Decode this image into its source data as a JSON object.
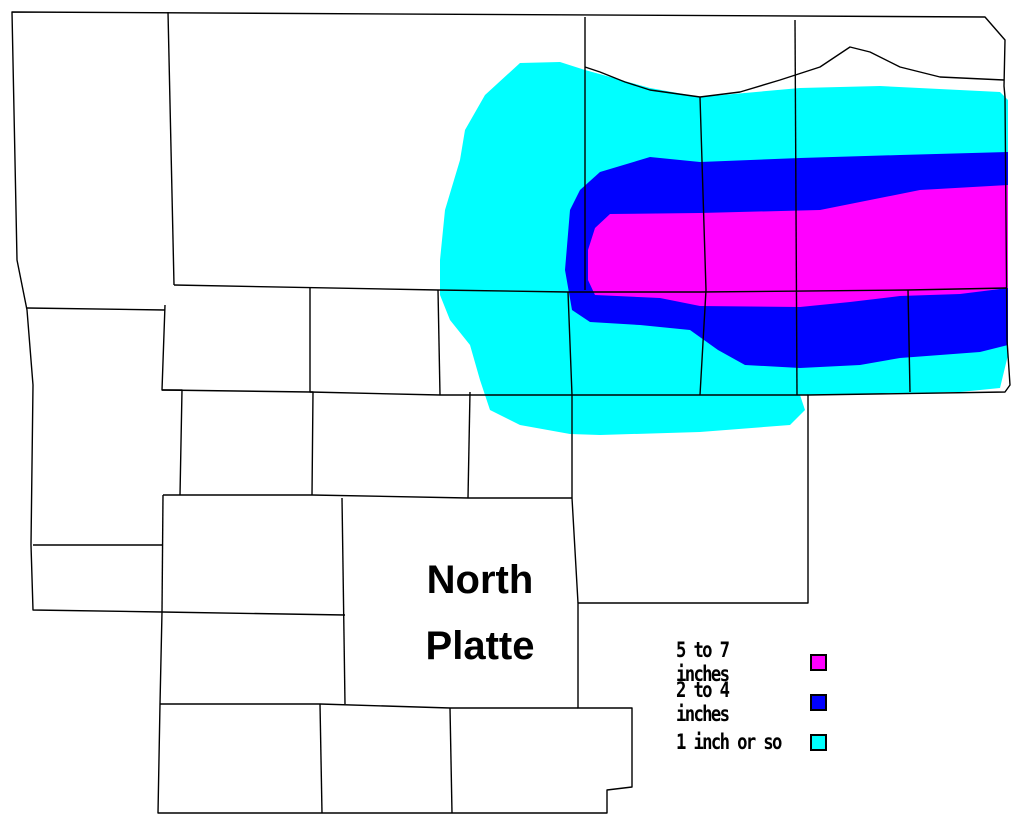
{
  "map": {
    "city_label": "North Platte",
    "city_label_lines": [
      "North",
      "Platte"
    ]
  },
  "legend": {
    "items": [
      {
        "label": "5 to 7 inches",
        "color": "#ff00ff"
      },
      {
        "label": "2 to 4 inches",
        "color": "#0000ff"
      },
      {
        "label": "1 inch or so",
        "color": "#00ffff"
      }
    ]
  },
  "colors": {
    "background": "#ffffff",
    "county_lines": "#000000"
  }
}
